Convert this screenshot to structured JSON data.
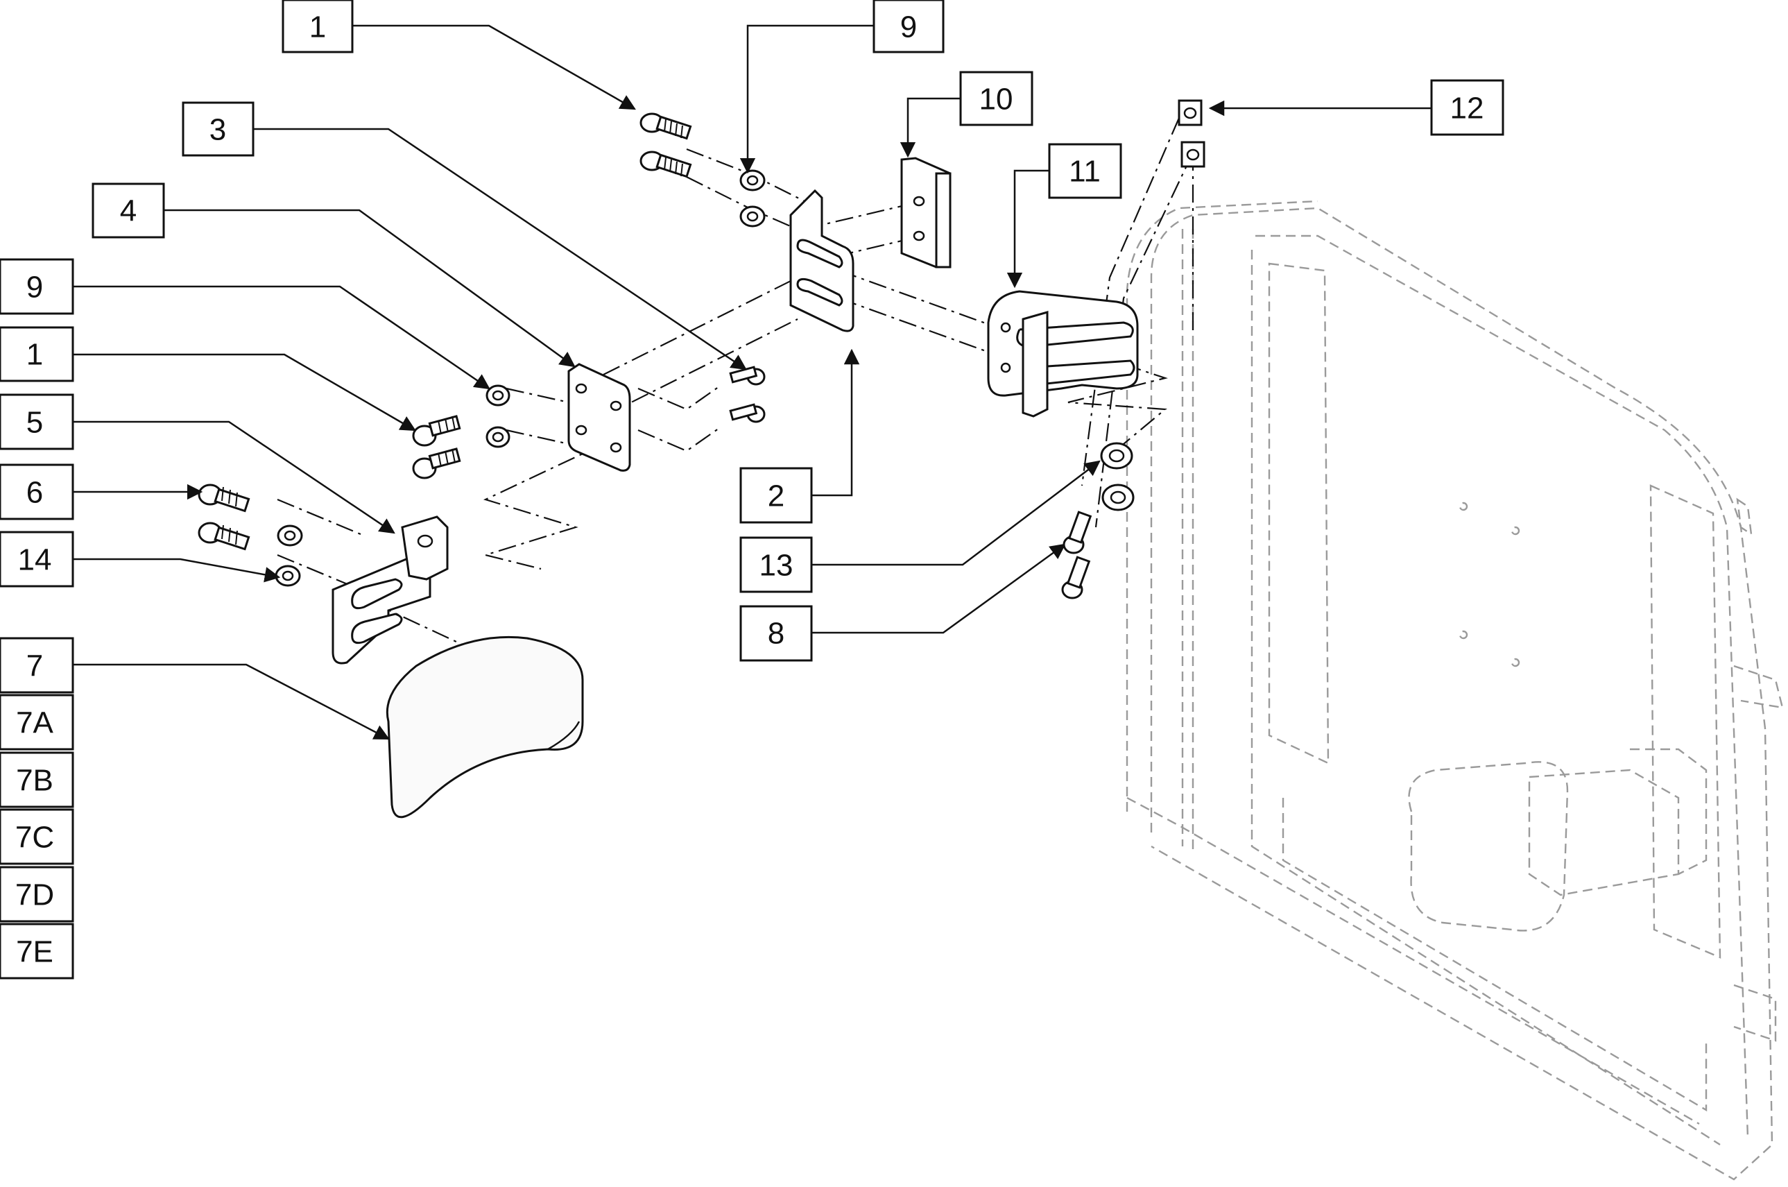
{
  "callouts": [
    {
      "id": "c1a",
      "text": "1"
    },
    {
      "id": "c9a",
      "text": "9"
    },
    {
      "id": "c10",
      "text": "10"
    },
    {
      "id": "c3",
      "text": "3"
    },
    {
      "id": "c11",
      "text": "11"
    },
    {
      "id": "c12",
      "text": "12"
    },
    {
      "id": "c4",
      "text": "4"
    },
    {
      "id": "c9b",
      "text": "9"
    },
    {
      "id": "c1b",
      "text": "1"
    },
    {
      "id": "c5",
      "text": "5"
    },
    {
      "id": "c6",
      "text": "6"
    },
    {
      "id": "c14",
      "text": "14"
    },
    {
      "id": "c2",
      "text": "2"
    },
    {
      "id": "c13",
      "text": "13"
    },
    {
      "id": "c8",
      "text": "8"
    },
    {
      "id": "c7",
      "text": "7"
    },
    {
      "id": "c7a",
      "text": "7A"
    },
    {
      "id": "c7b",
      "text": "7B"
    },
    {
      "id": "c7c",
      "text": "7C"
    },
    {
      "id": "c7d",
      "text": "7D"
    },
    {
      "id": "c7e",
      "text": "7E"
    }
  ],
  "parts": [
    "screw",
    "washer",
    "spacer-block",
    "plate-bracket",
    "slotted-plate",
    "mounting-bracket",
    "clamp-nut",
    "pivot-bracket",
    "lateral-pad",
    "backrest-frame"
  ]
}
